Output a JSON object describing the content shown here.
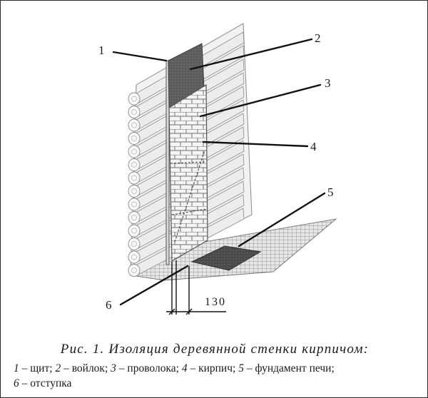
{
  "labels": {
    "n1": "1",
    "n2": "2",
    "n3": "3",
    "n4": "4",
    "n5": "5",
    "n6": "6"
  },
  "dimension": "130",
  "caption": {
    "title": "Рис. 1. Изоляция деревянной стенки кирпичом:",
    "legend": [
      {
        "num": "1",
        "text": " – щит; "
      },
      {
        "num": "2",
        "text": " – войлок; "
      },
      {
        "num": "3",
        "text": " – проволока; "
      },
      {
        "num": "4",
        "text": " – кирпич; "
      },
      {
        "num": "5",
        "text": " – фундамент печи;"
      },
      {
        "num": "6",
        "text": " – отступка"
      }
    ]
  },
  "colors": {
    "log_fill": "#ececec",
    "log_line": "#8a8a8a",
    "felt": "#5c5c5c",
    "brick_line": "#6f6f6f",
    "foundation": "#4a4a4a",
    "grid": "#7a7a7a",
    "leader": "#111111"
  }
}
